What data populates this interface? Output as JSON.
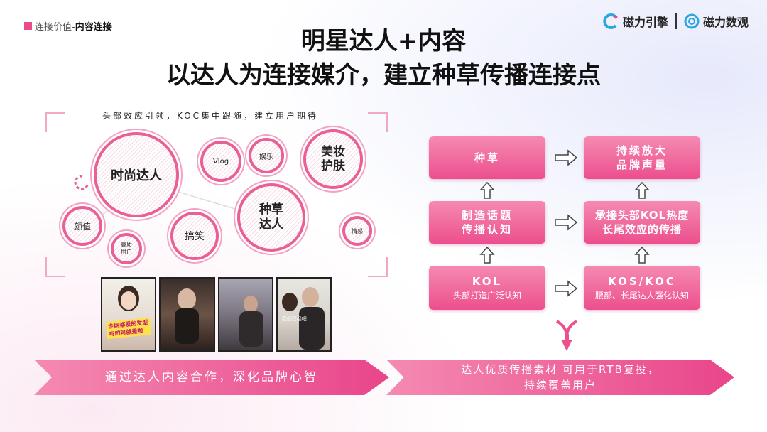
{
  "breadcrumb": {
    "prefix": "连接价值-",
    "current": "内容连接"
  },
  "logos": {
    "logo1": "磁力引擎",
    "logo2": "磁力数观"
  },
  "title": {
    "line1": "明星达人+内容",
    "line2": "以达人为连接媒介，建立种草传播连接点"
  },
  "left_panel": {
    "caption": "头部效应引领，KOC集中跟随，建立用户期待",
    "bubbles": {
      "fashion": "时尚达人",
      "vlog": "Vlog",
      "entertainment": "娱乐",
      "beauty_l1": "美妆",
      "beauty_l2": "护肤",
      "appearance": "颜值",
      "funny": "搞笑",
      "seeding_l1": "种草",
      "seeding_l2": "达人",
      "emotion": "情感",
      "high_l1": "高质",
      "high_l2": "用户"
    },
    "photo_captions": {
      "p1": "全网都爱的发型\n有的可就是啦",
      "p4": "我们已经吧"
    }
  },
  "flow": {
    "seed": {
      "l1": "种草"
    },
    "amplify": {
      "l1": "持续放大",
      "l2": "品牌声量"
    },
    "topic": {
      "l1": "制造话题",
      "l2": "传播认知"
    },
    "kol_heat": {
      "l1": "承接头部KOL热度",
      "l2": "长尾效应的传播"
    },
    "kol": {
      "l1": "KOL",
      "l2": "头部打造广泛认知"
    },
    "kos": {
      "l1": "KOS/KOC",
      "l2": "腰部、长尾达人强化认知"
    }
  },
  "banners": {
    "left": "通过达人内容合作，深化品牌心智",
    "right_l1": "达人优质传播素材 可用于RTB复投，",
    "right_l2": "持续覆盖用户"
  },
  "colors": {
    "accent": "#ec4f8d",
    "accent_light": "#f58ab2"
  }
}
